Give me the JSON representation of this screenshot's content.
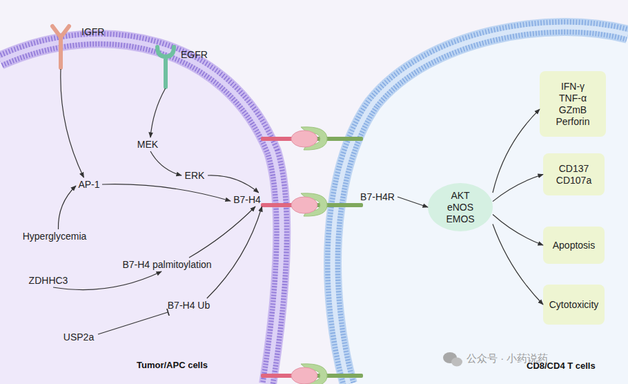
{
  "diagram": {
    "nodes": [
      {
        "text": [
          "Tumor/APC cells"
        ]
      },
      {
        "text": [
          "IGFR"
        ],
        "in": 0
      },
      {
        "text": [
          "EGFR"
        ],
        "in": 0
      },
      {
        "text": [
          "MEK"
        ],
        "in": 0
      },
      {
        "text": [
          "ERK"
        ],
        "in": 0
      },
      {
        "text": [
          "AP-1"
        ],
        "in": 0
      },
      {
        "text": [
          "B7-H4"
        ],
        "in": 0
      },
      {
        "text": [
          "Hyperglycemia"
        ],
        "in": 0
      },
      {
        "text": [
          "B7-H4 palmitoylation"
        ],
        "in": 0
      },
      {
        "text": [
          "ZDHHC3"
        ],
        "in": 0
      },
      {
        "text": [
          "B7-H4 Ub"
        ],
        "in": 0
      },
      {
        "text": [
          "USP2a"
        ],
        "in": 0
      },
      {
        "text": [
          "CD8/CD4 T cells"
        ]
      },
      {
        "text": [
          "B7-H4R"
        ],
        "in": 12
      },
      {
        "text": [
          "AKT",
          "eNOS",
          "EMOS"
        ],
        "in": 12
      },
      {
        "text": [
          "IFN-γ",
          "TNF-α",
          "GZmB",
          "Perforin"
        ],
        "in": 12
      },
      {
        "text": [
          "CD137",
          "CD107a"
        ],
        "in": 12
      },
      {
        "text": [
          "Apoptosis"
        ],
        "in": 12
      },
      {
        "text": [
          "Cytotoxicity"
        ],
        "in": 12
      }
    ],
    "edges": [
      {
        "from": 1,
        "to": 5,
        "arrow": "to"
      },
      {
        "from": 2,
        "to": 3,
        "arrow": "to"
      },
      {
        "from": 3,
        "to": 4,
        "arrow": "to"
      },
      {
        "from": 4,
        "to": 6,
        "arrow": "to"
      },
      {
        "from": 5,
        "to": 6,
        "arrow": "to"
      },
      {
        "from": 7,
        "to": 5,
        "arrow": "to"
      },
      {
        "from": 9,
        "to": 8,
        "arrow": "to"
      },
      {
        "from": 8,
        "to": 6,
        "arrow": "to"
      },
      {
        "from": 10,
        "to": 6,
        "arrow": "to"
      },
      {
        "from": 11,
        "to": 10,
        "arrow": "to"
      },
      {
        "from": 13,
        "to": 14,
        "arrow": "to"
      },
      {
        "from": 14,
        "to": 15,
        "arrow": "to"
      },
      {
        "from": 14,
        "to": 16,
        "arrow": "to"
      },
      {
        "from": 14,
        "to": 17,
        "arrow": "to"
      },
      {
        "from": 14,
        "to": 18,
        "arrow": "to"
      }
    ],
    "labels": [
      "公众号 · 小药说药"
    ]
  }
}
